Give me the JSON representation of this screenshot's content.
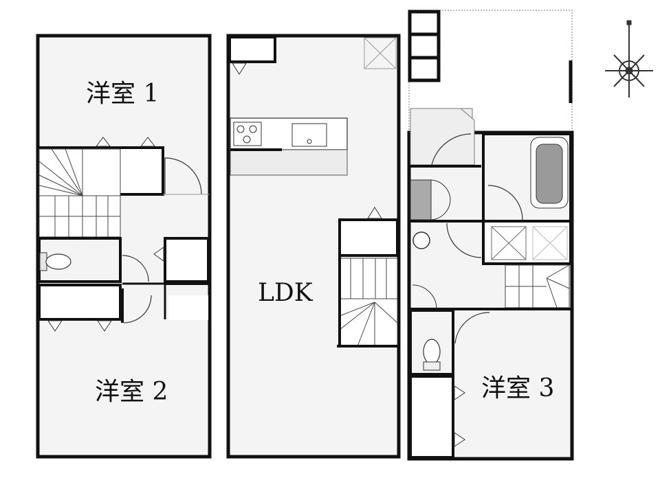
{
  "rooms": {
    "western_room_1": "洋室 1",
    "western_room_2": "洋室 2",
    "ldk": "LDK",
    "western_room_3": "洋室 3"
  },
  "colors": {
    "wall": "#111111",
    "floor": "#f4f4f4",
    "fixture": "#e6e6e6",
    "bathtub": "#9a9a9a"
  },
  "icons": [
    "compass-rose-icon",
    "stove-icon",
    "sink-icon",
    "toilet-icon",
    "bathtub-icon",
    "washbasin-icon"
  ]
}
